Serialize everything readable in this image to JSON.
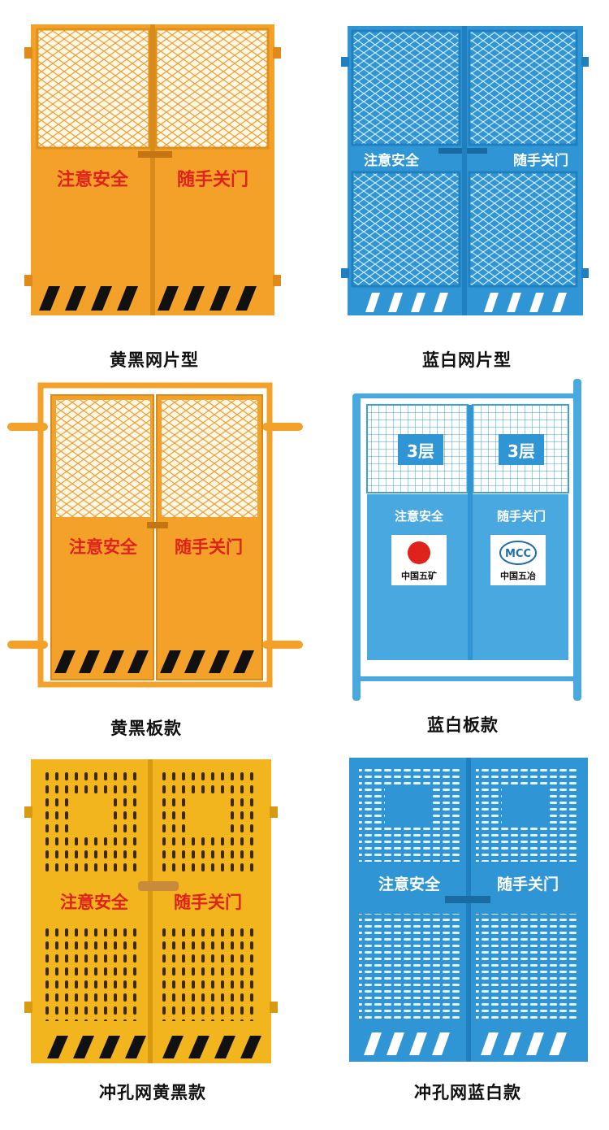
{
  "colors": {
    "orange": "#f4a12a",
    "orange_dark": "#d88a1a",
    "yellow": "#f2b51d",
    "blue": "#2f95d4",
    "blue_light": "#4aa8e0",
    "red_text": "#e0211c",
    "white": "#ffffff",
    "black": "#111111"
  },
  "doors": [
    {
      "caption": "黄黑网片型",
      "sign_left": "注意安全",
      "sign_right": "随手关门"
    },
    {
      "caption": "蓝白网片型",
      "sign_left": "注意安全",
      "sign_right": "随手关门"
    },
    {
      "caption": "黄黑板款",
      "sign_left": "注意安全",
      "sign_right": "随手关门"
    },
    {
      "caption": "蓝白板款",
      "sign_left": "注意安全",
      "sign_right": "随手关门",
      "floor_left": "3层",
      "floor_right": "3层",
      "logo_left": "中国五矿",
      "logo_right": "中国五冶",
      "logo_right_mark": "MCC"
    },
    {
      "caption": "冲孔网黄黑款",
      "sign_left": "注意安全",
      "sign_right": "随手关门"
    },
    {
      "caption": "冲孔网蓝白款",
      "sign_left": "注意安全",
      "sign_right": "随手关门"
    }
  ]
}
